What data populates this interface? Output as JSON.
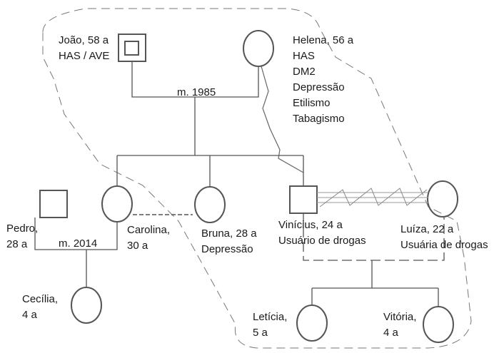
{
  "people": {
    "joao": {
      "lines": [
        "João, 58 a",
        "HAS / AVE"
      ]
    },
    "helena": {
      "lines": [
        "Helena, 56 a",
        "HAS",
        "DM2",
        "Depressão",
        "Etilismo",
        "Tabagismo"
      ]
    },
    "pedro": {
      "lines": [
        "Pedro,",
        "28 a"
      ]
    },
    "carolina": {
      "lines": [
        "Carolina,",
        "30 a"
      ]
    },
    "bruna": {
      "lines": [
        "Bruna, 28 a",
        "Depressão"
      ]
    },
    "vinicius": {
      "lines": [
        "Vinícius, 24 a",
        "Usuário de drogas"
      ]
    },
    "luiza": {
      "lines": [
        "Luíza, 22 a",
        "Usuária de drogas"
      ]
    },
    "cecilia": {
      "lines": [
        "Cecília,",
        "4 a"
      ]
    },
    "leticia": {
      "lines": [
        "Letícia,",
        "5 a"
      ]
    },
    "vitoria": {
      "lines": [
        "Vitória,",
        "4 a"
      ]
    }
  },
  "unions": {
    "joao_helena": "m. 1985",
    "pedro_carolina": "m. 2014"
  },
  "colors": {
    "stroke": "#555555",
    "boundary": "#777777"
  }
}
